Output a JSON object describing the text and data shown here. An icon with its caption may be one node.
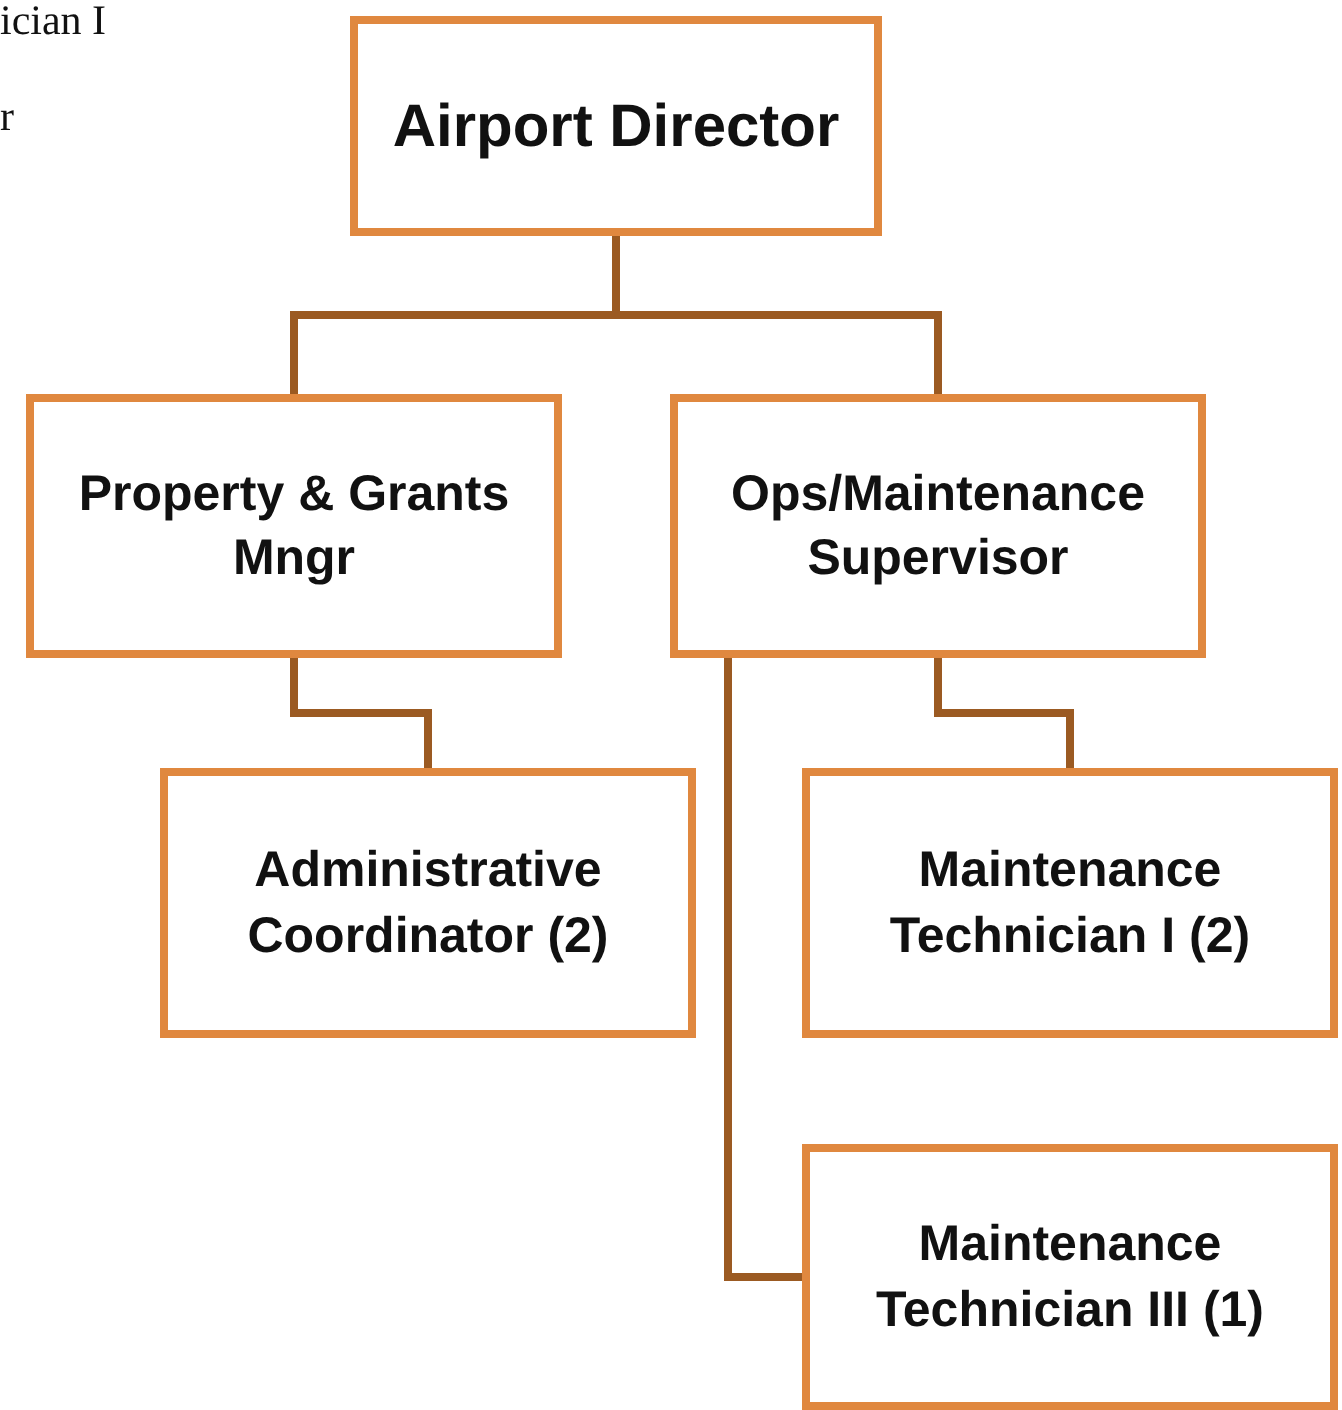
{
  "diagram": {
    "nodes": [
      {
        "text": [
          "Airport Director"
        ]
      },
      {
        "text": [
          "Property & Grants Mngr"
        ]
      },
      {
        "text": [
          "Ops/Maintenance Supervisor"
        ]
      },
      {
        "text": [
          "Administrative Coordinator (2)"
        ]
      },
      {
        "text": [
          "Maintenance Technician I (2)"
        ]
      },
      {
        "text": [
          "Maintenance Technician III (1)"
        ]
      }
    ],
    "edges": [
      {
        "from": 0,
        "to": 1,
        "arrow": "none"
      },
      {
        "from": 0,
        "to": 2,
        "arrow": "none"
      },
      {
        "from": 1,
        "to": 3,
        "arrow": "none"
      },
      {
        "from": 2,
        "to": 4,
        "arrow": "none"
      },
      {
        "from": 2,
        "to": 5,
        "arrow": "none"
      }
    ],
    "labels": [
      "ician I",
      "r"
    ]
  }
}
